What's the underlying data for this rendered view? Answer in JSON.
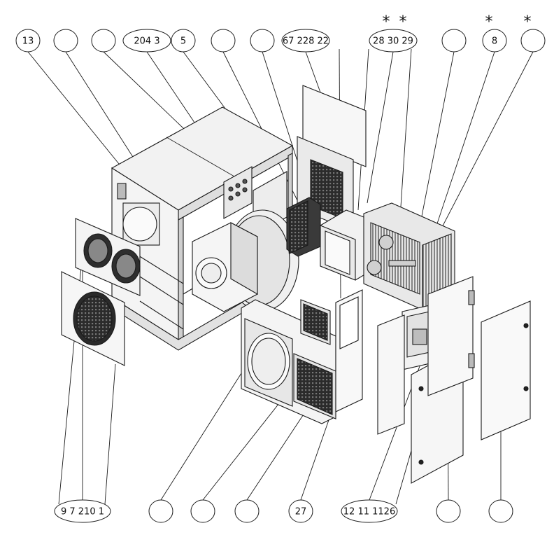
{
  "diagram": {
    "callouts_top": [
      {
        "text": "13",
        "star": false
      },
      {
        "text": "",
        "star": false
      },
      {
        "text": "",
        "star": false
      },
      {
        "text": "204 3",
        "star": false
      },
      {
        "text": "5",
        "star": false
      },
      {
        "text": "",
        "star": false
      },
      {
        "text": "",
        "star": false
      },
      {
        "text": "67 228 22",
        "star": false
      },
      {
        "text": "28 30 29",
        "star": true
      },
      {
        "text": "",
        "star": false
      },
      {
        "text": "8",
        "star": true
      },
      {
        "text": "",
        "star": true
      }
    ],
    "callouts_bottom": [
      {
        "text": "9 7 210 1"
      },
      {
        "text": ""
      },
      {
        "text": ""
      },
      {
        "text": ""
      },
      {
        "text": "27"
      },
      {
        "text": "12 11 1126"
      },
      {
        "text": ""
      },
      {
        "text": ""
      }
    ],
    "star_symbol": "*",
    "line_color": "#1a1a1a",
    "fill_light": "#f2f2f2",
    "fill_mid": "#d9d9d9",
    "fill_dark": "#3a3a3a"
  }
}
